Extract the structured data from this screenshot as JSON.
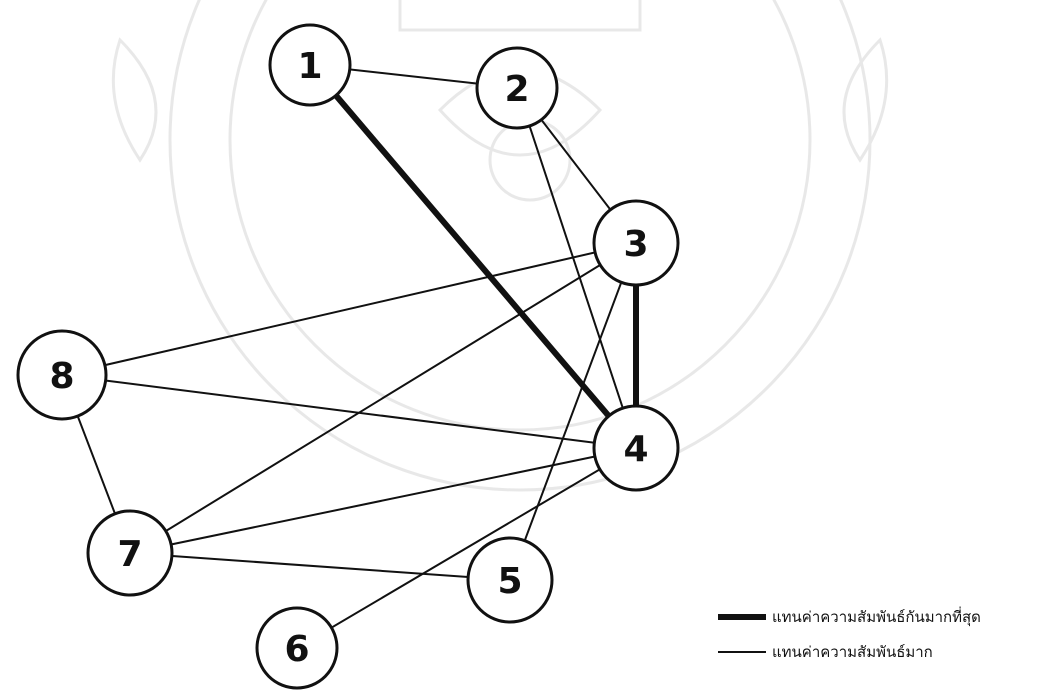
{
  "diagram": {
    "type": "relationship-graph",
    "nodes": [
      {
        "id": "1",
        "label": "1"
      },
      {
        "id": "2",
        "label": "2"
      },
      {
        "id": "3",
        "label": "3"
      },
      {
        "id": "4",
        "label": "4"
      },
      {
        "id": "5",
        "label": "5"
      },
      {
        "id": "6",
        "label": "6"
      },
      {
        "id": "7",
        "label": "7"
      },
      {
        "id": "8",
        "label": "8"
      }
    ],
    "edges": [
      {
        "from": "1",
        "to": "2",
        "strength": "high"
      },
      {
        "from": "1",
        "to": "4",
        "strength": "highest"
      },
      {
        "from": "2",
        "to": "3",
        "strength": "high"
      },
      {
        "from": "2",
        "to": "4",
        "strength": "high"
      },
      {
        "from": "3",
        "to": "4",
        "strength": "highest"
      },
      {
        "from": "3",
        "to": "5",
        "strength": "high"
      },
      {
        "from": "3",
        "to": "7",
        "strength": "high"
      },
      {
        "from": "3",
        "to": "8",
        "strength": "high"
      },
      {
        "from": "8",
        "to": "4",
        "strength": "high"
      },
      {
        "from": "8",
        "to": "7",
        "strength": "high"
      },
      {
        "from": "7",
        "to": "4",
        "strength": "high"
      },
      {
        "from": "7",
        "to": "5",
        "strength": "high"
      },
      {
        "from": "6",
        "to": "4",
        "strength": "high"
      }
    ],
    "legend": [
      {
        "strength": "highest",
        "label": "แทนค่าความสัมพันธ์กันมากที่สุด"
      },
      {
        "strength": "high",
        "label": "แทนค่าความสัมพันธ์มาก"
      }
    ],
    "colors": {
      "line": "#111111",
      "node_fill": "#ffffff",
      "node_stroke": "#111111"
    }
  }
}
